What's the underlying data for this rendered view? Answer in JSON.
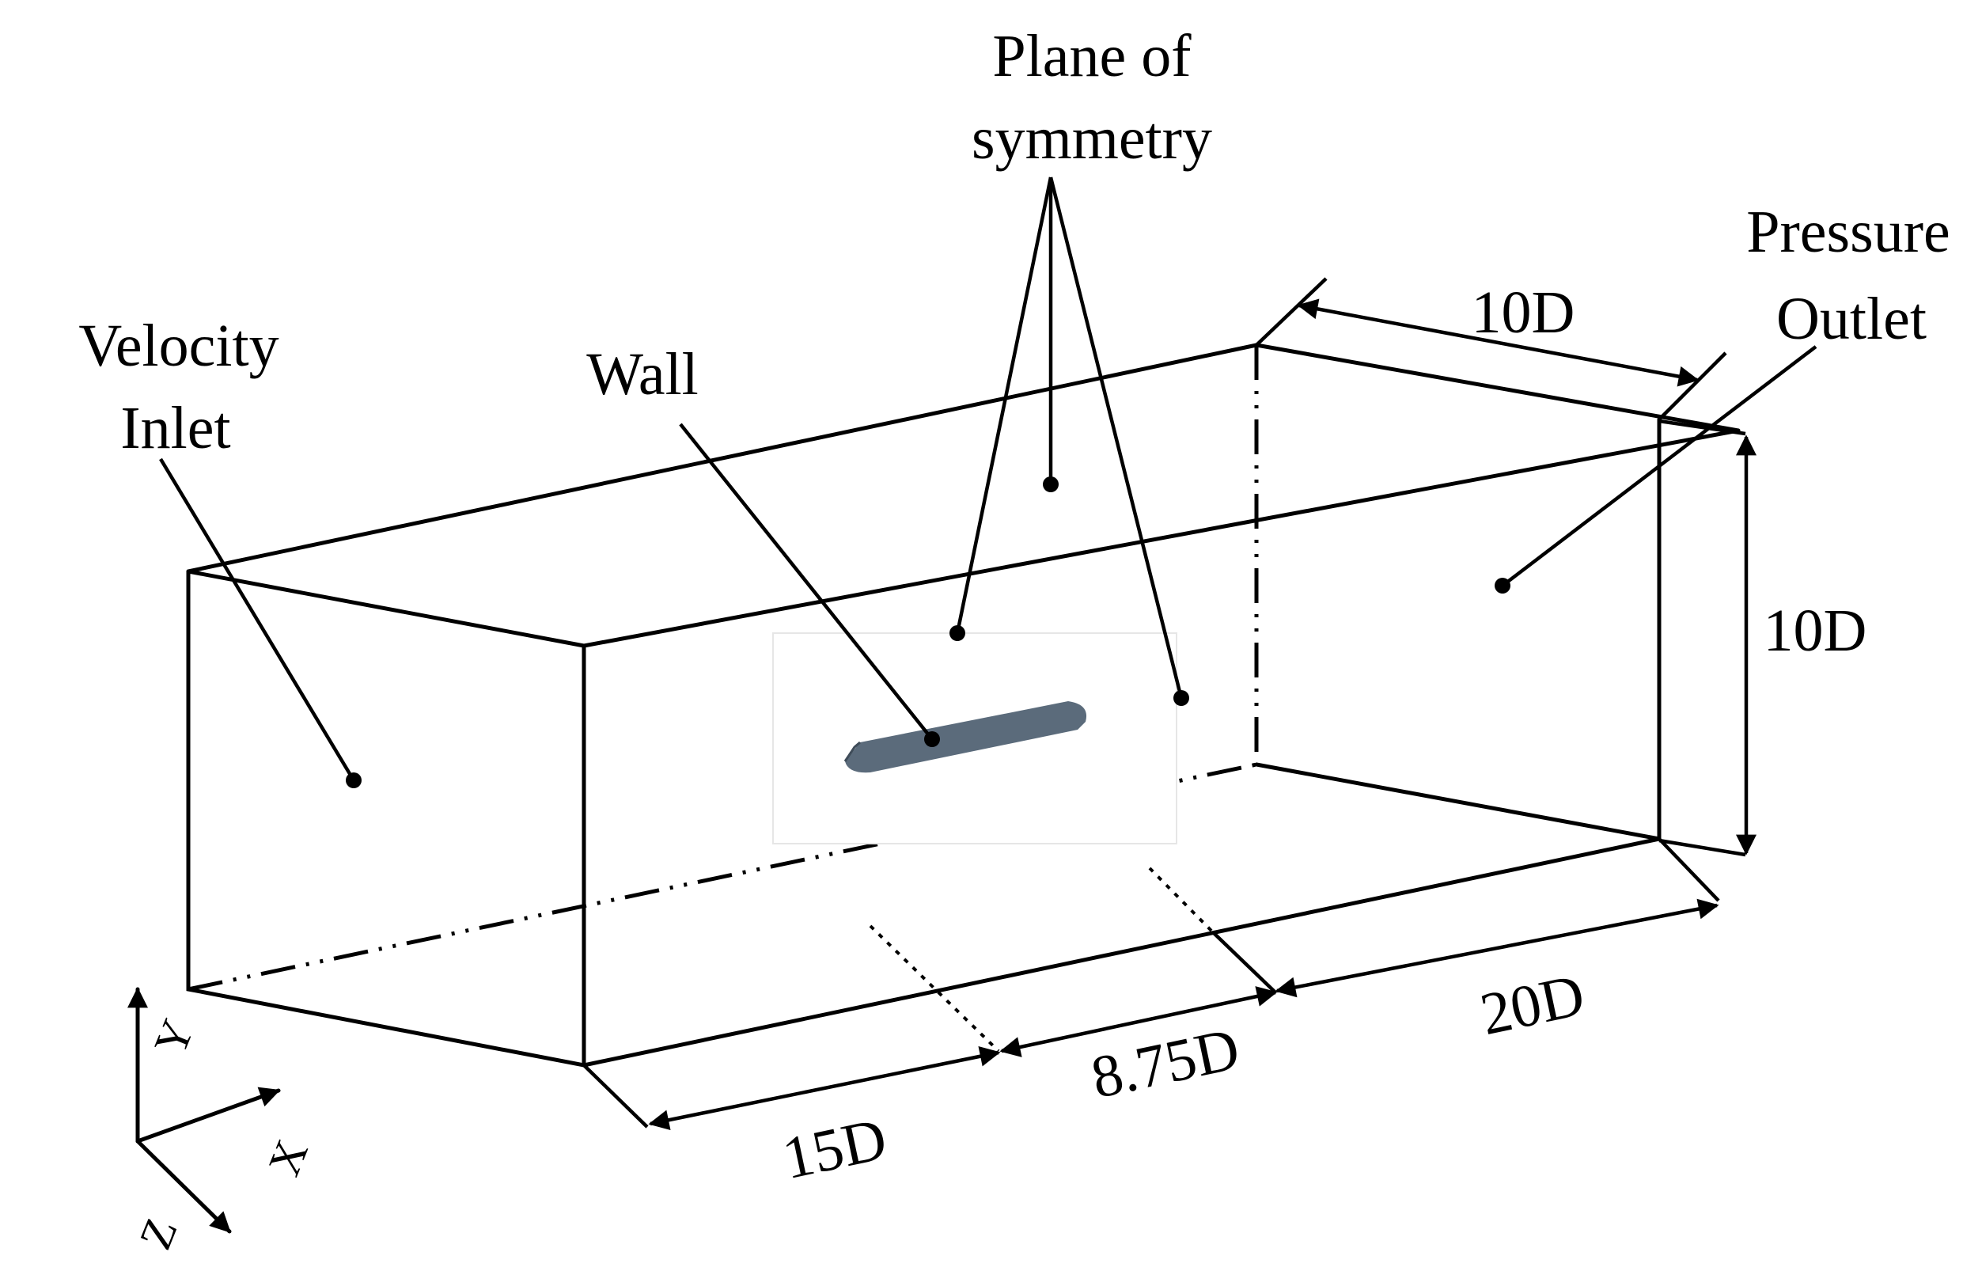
{
  "labels": {
    "plane_line1": "Plane of",
    "plane_line2": "symmetry",
    "velocity_line1": "Velocity",
    "velocity_line2": "Inlet",
    "wall": "Wall",
    "pressure_line1": "Pressure",
    "pressure_line2": "Outlet"
  },
  "dimensions": {
    "top_width": "10D",
    "height": "10D",
    "downstream": "20D",
    "cylinder_span": "8.75D",
    "upstream": "15D"
  },
  "axes": {
    "y": "Y",
    "x": "X",
    "z": "Z"
  },
  "colors": {
    "line": "#000000",
    "cylinder": "#5b6b7b",
    "cylinder_edge": "#3f4c59"
  }
}
